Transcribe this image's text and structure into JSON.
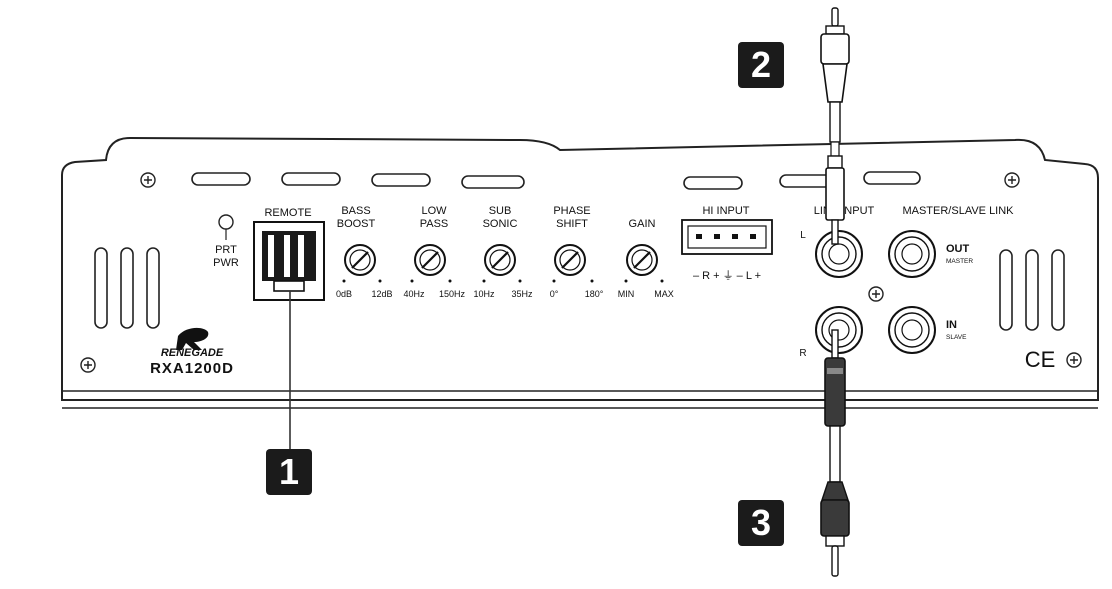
{
  "callouts": {
    "one": "1",
    "two": "2",
    "three": "3"
  },
  "labels": {
    "prt": "PRT",
    "pwr": "PWR",
    "remote": "REMOTE",
    "bass_boost_1": "BASS",
    "bass_boost_2": "BOOST",
    "low_pass_1": "LOW",
    "low_pass_2": "PASS",
    "sub_sonic_1": "SUB",
    "sub_sonic_2": "SONIC",
    "phase_shift_1": "PHASE",
    "phase_shift_2": "SHIFT",
    "gain": "GAIN",
    "hi_input": "HI INPUT",
    "hi_input_pins": "– R + ⏚ – L +",
    "line_input": "LINE INPUT",
    "master_slave": "MASTER/SLAVE LINK",
    "out": "OUT",
    "master": "MASTER",
    "in": "IN",
    "slave": "SLAVE",
    "left": "L",
    "right": "R",
    "ce": "CE",
    "brand": "RENEGADE",
    "model": "RXA1200D"
  },
  "ranges": {
    "bass_min": "0dB",
    "bass_max": "12dB",
    "lp_min": "40Hz",
    "lp_max": "150Hz",
    "sub_min": "10Hz",
    "sub_max": "35Hz",
    "phase_min": "0°",
    "phase_max": "180°",
    "gain_min": "MIN",
    "gain_max": "MAX"
  },
  "icons": {
    "mount": "screw-mount-icon",
    "knob": "rotary-knob-icon",
    "rca": "rca-plug-icon"
  }
}
